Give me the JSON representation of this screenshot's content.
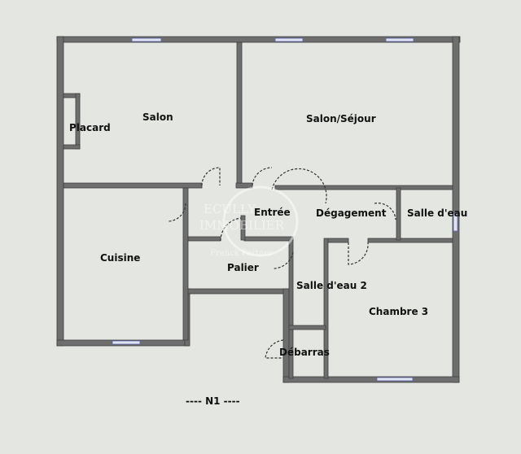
{
  "plan": {
    "rooms": {
      "salon": "Salon",
      "placard": "Placard",
      "salon_sejour": "Salon/Séjour",
      "entree": "Entrée",
      "degagement": "Dégagement",
      "salle_deau": "Salle d'eau",
      "cuisine": "Cuisine",
      "palier": "Palier",
      "salle_deau_2": "Salle d'eau 2",
      "chambre_3": "Chambre 3",
      "debarras": "Débarras"
    },
    "level_label": "----  N1  ----",
    "watermark": {
      "line1": "ECULLY",
      "line2": "IMMOBILIER",
      "line3": "Franck Partner"
    },
    "colors": {
      "wall": "#6e6e6e",
      "background": "#e4e6e1",
      "window": "#5a64a8"
    }
  }
}
